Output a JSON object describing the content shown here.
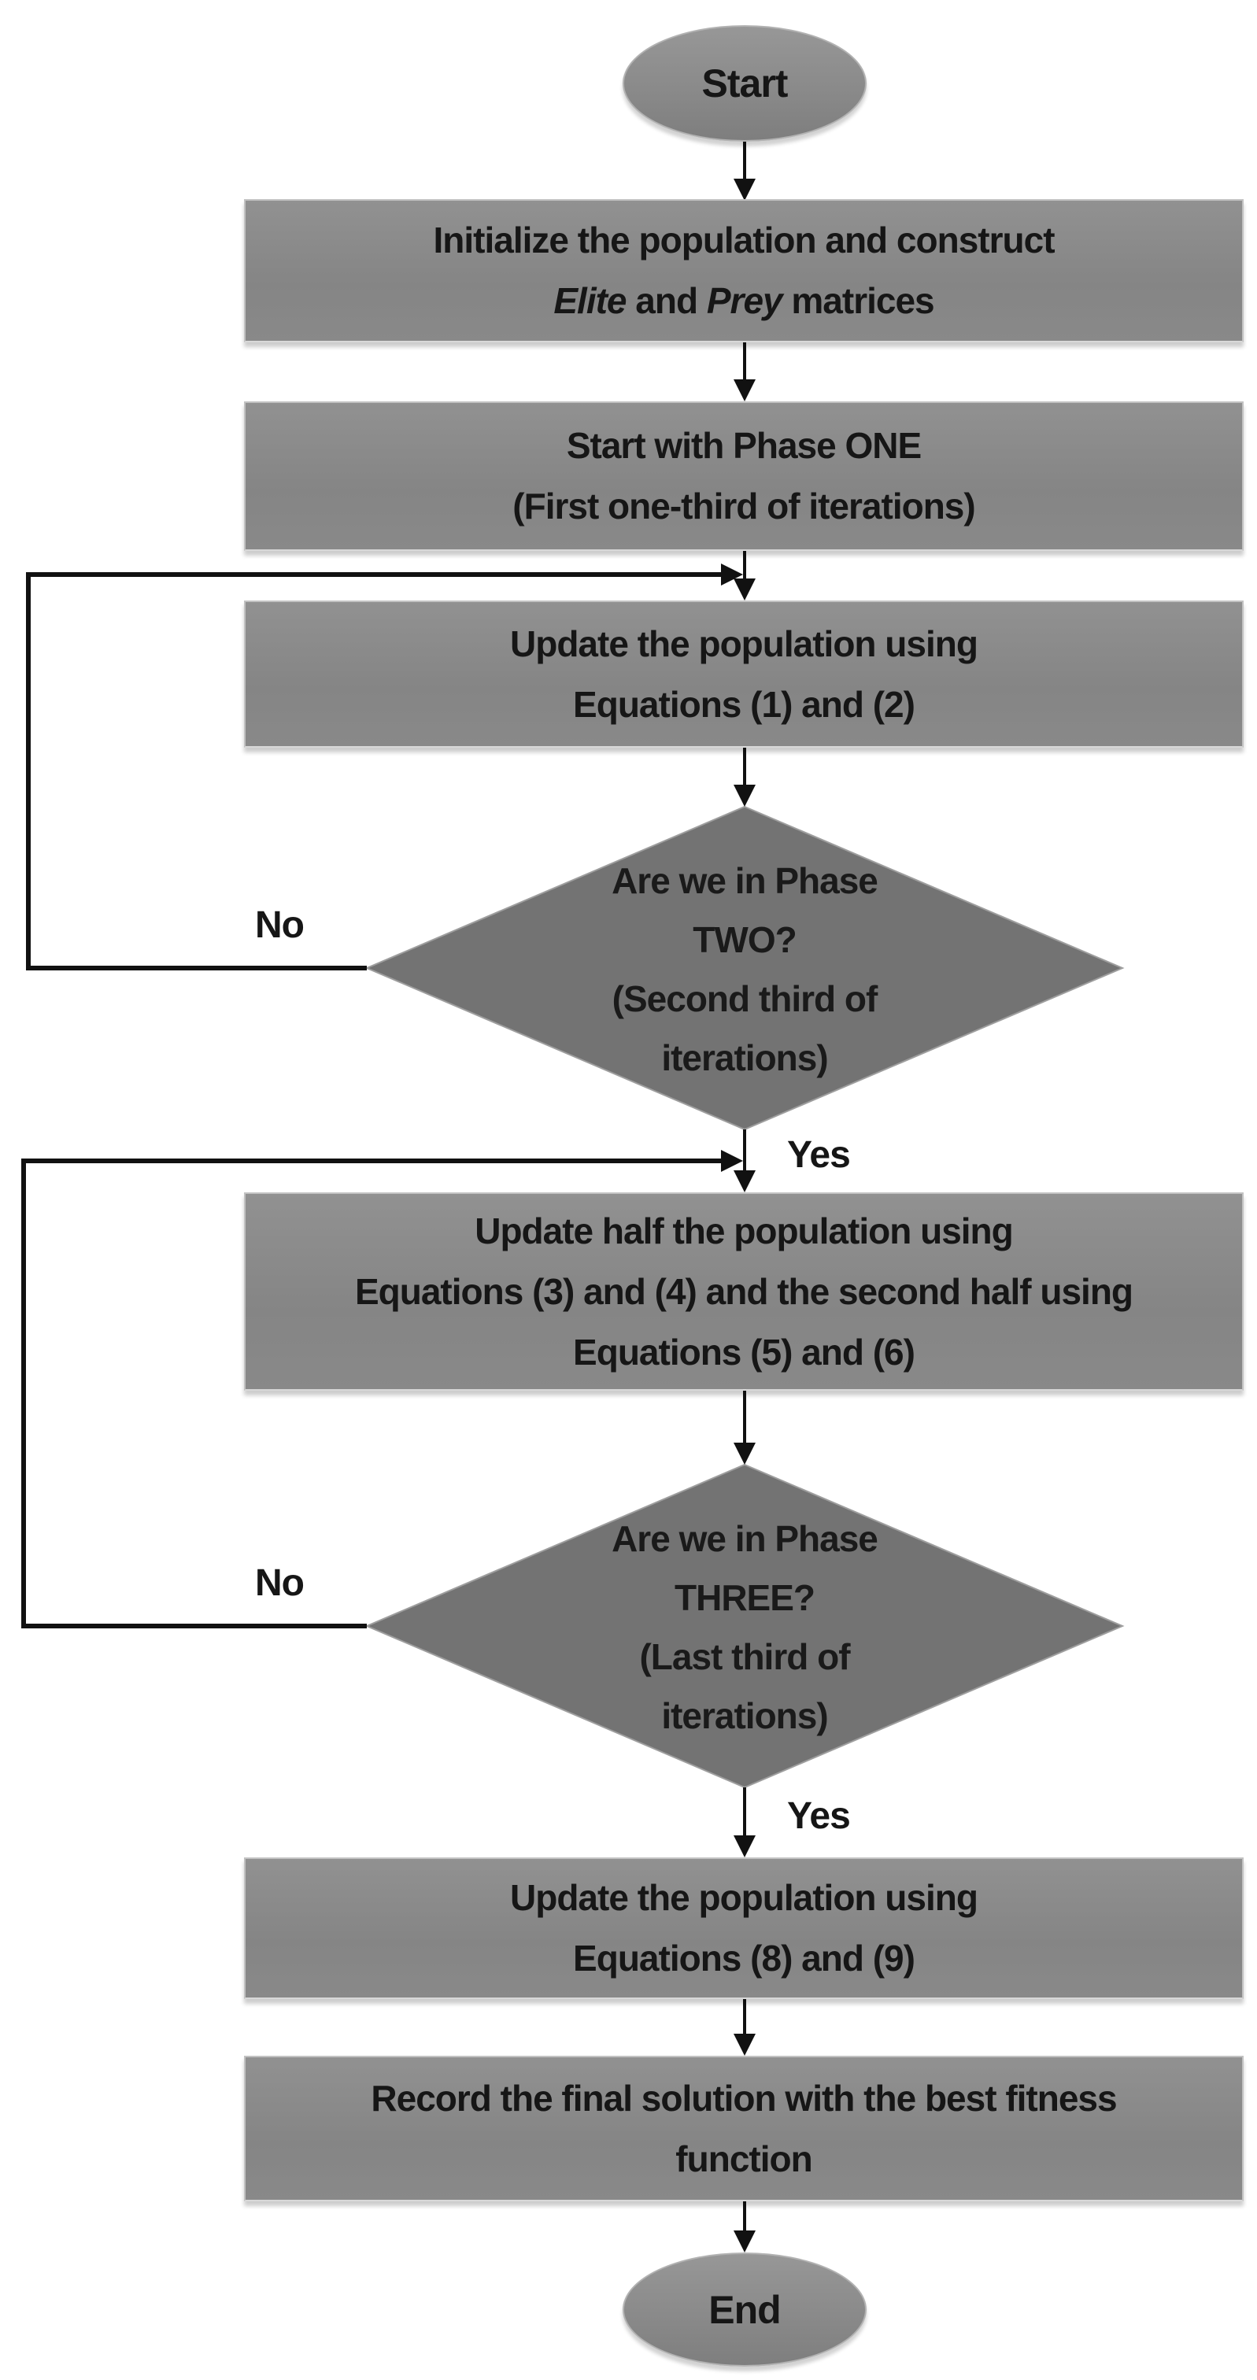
{
  "colors": {
    "process_fill": "#888888",
    "diamond_fill": "#737373",
    "terminal_fill": "#8a8a8a",
    "line_color": "#111111",
    "text_color": "#161616"
  },
  "terminals": {
    "start": "Start",
    "end": "End"
  },
  "process_boxes": {
    "init": {
      "line1": "Initialize the population and construct",
      "elite": "Elite",
      "sep1": " and ",
      "prey": "Prey",
      "rest": " matrices"
    },
    "phase_one": {
      "line1": "Start with Phase ONE",
      "line2": "(First one-third of iterations)"
    },
    "update_eq_1_2": {
      "line1": "Update the population using",
      "line2": "Equations (1) and (2)"
    },
    "update_eq_3_6": {
      "line1": "Update half the population using",
      "line2": "Equations (3) and (4) and the second half using",
      "line3": "Equations (5) and (6)"
    },
    "update_eq_8_9": {
      "line1": "Update the population using",
      "line2": "Equations (8) and (9)"
    },
    "record": {
      "line1": "Record the final solution with the best fitness",
      "line2": "function"
    }
  },
  "decisions": {
    "phase_two": {
      "line1": "Are we in Phase",
      "line2": "TWO?",
      "line3": "(Second third of",
      "line4": "iterations)"
    },
    "phase_three": {
      "line1": "Are we in Phase",
      "line2": "THREE?",
      "line3": "(Last third of",
      "line4": "iterations)"
    }
  },
  "edge_labels": {
    "no1": "No",
    "yes1": "Yes",
    "no2": "No",
    "yes2": "Yes"
  }
}
